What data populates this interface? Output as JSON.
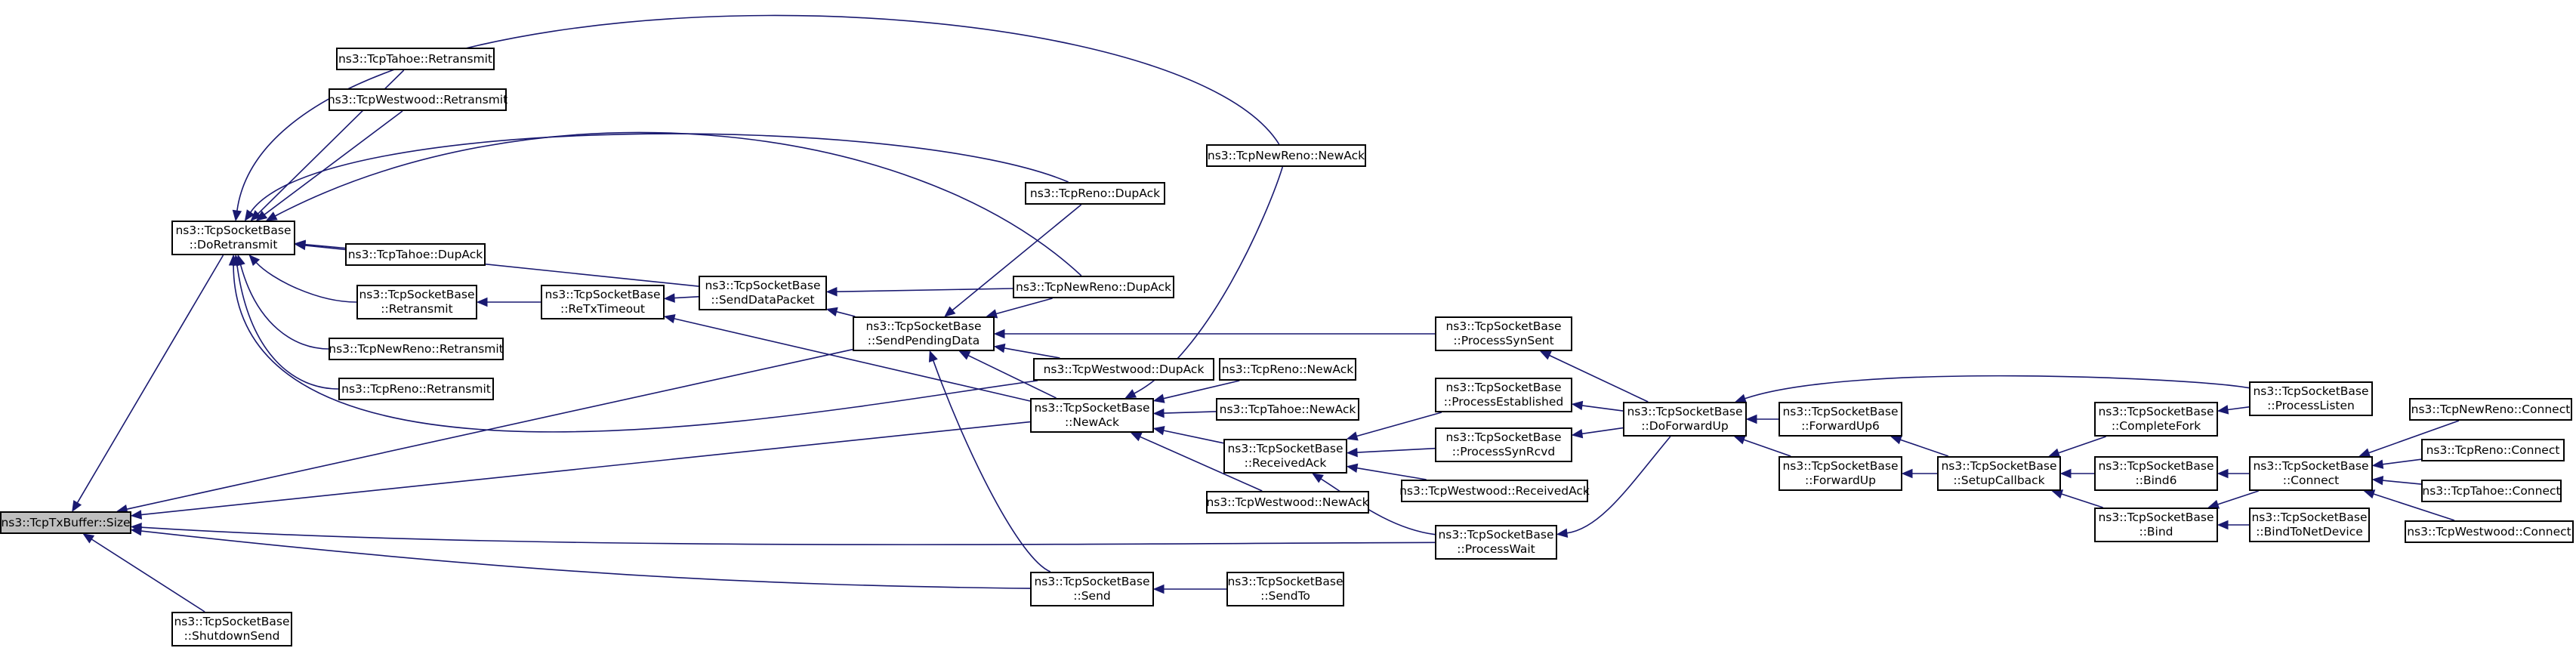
{
  "diagram": {
    "edge_color": "#191970",
    "root_fill": "#bfbfbf",
    "node_fill": "#ffffff",
    "nodes": [
      {
        "id": "size",
        "lines": [
          "ns3::TcpTxBuffer::Size"
        ],
        "root": true
      },
      {
        "id": "doretransmit",
        "lines": [
          "ns3::TcpSocketBase",
          "::DoRetransmit"
        ]
      },
      {
        "id": "shutdownsend",
        "lines": [
          "ns3::TcpSocketBase",
          "::ShutdownSend"
        ]
      },
      {
        "id": "tahoe_retx",
        "lines": [
          "ns3::TcpTahoe::Retransmit"
        ]
      },
      {
        "id": "westwood_retx",
        "lines": [
          "ns3::TcpWestwood::Retransmit"
        ]
      },
      {
        "id": "tahoe_dupack",
        "lines": [
          "ns3::TcpTahoe::DupAck"
        ]
      },
      {
        "id": "retransmit",
        "lines": [
          "ns3::TcpSocketBase",
          "::Retransmit"
        ]
      },
      {
        "id": "newreno_retx",
        "lines": [
          "ns3::TcpNewReno::Retransmit"
        ]
      },
      {
        "id": "reno_retx",
        "lines": [
          "ns3::TcpReno::Retransmit"
        ]
      },
      {
        "id": "retxtimeout",
        "lines": [
          "ns3::TcpSocketBase",
          "::ReTxTimeout"
        ]
      },
      {
        "id": "senddatapacket",
        "lines": [
          "ns3::TcpSocketBase",
          "::SendDataPacket"
        ]
      },
      {
        "id": "sendpendingdata",
        "lines": [
          "ns3::TcpSocketBase",
          "::SendPendingData"
        ]
      },
      {
        "id": "newreno_newack",
        "lines": [
          "ns3::TcpNewReno::NewAck"
        ]
      },
      {
        "id": "reno_dupack",
        "lines": [
          "ns3::TcpReno::DupAck"
        ]
      },
      {
        "id": "newreno_dupack",
        "lines": [
          "ns3::TcpNewReno::DupAck"
        ]
      },
      {
        "id": "westwood_dupack",
        "lines": [
          "ns3::TcpWestwood::DupAck"
        ]
      },
      {
        "id": "newack",
        "lines": [
          "ns3::TcpSocketBase",
          "::NewAck"
        ]
      },
      {
        "id": "send",
        "lines": [
          "ns3::TcpSocketBase",
          "::Send"
        ]
      },
      {
        "id": "reno_newack",
        "lines": [
          "ns3::TcpReno::NewAck"
        ]
      },
      {
        "id": "tahoe_newack",
        "lines": [
          "ns3::TcpTahoe::NewAck"
        ]
      },
      {
        "id": "receivedack",
        "lines": [
          "ns3::TcpSocketBase",
          "::ReceivedAck"
        ]
      },
      {
        "id": "westwood_newack",
        "lines": [
          "ns3::TcpWestwood::NewAck"
        ]
      },
      {
        "id": "sendto",
        "lines": [
          "ns3::TcpSocketBase",
          "::SendTo"
        ]
      },
      {
        "id": "processsynsent",
        "lines": [
          "ns3::TcpSocketBase",
          "::ProcessSynSent"
        ]
      },
      {
        "id": "processestablished",
        "lines": [
          "ns3::TcpSocketBase",
          "::ProcessEstablished"
        ]
      },
      {
        "id": "processsynrcvd",
        "lines": [
          "ns3::TcpSocketBase",
          "::ProcessSynRcvd"
        ]
      },
      {
        "id": "westwood_receivedack",
        "lines": [
          "ns3::TcpWestwood::ReceivedAck"
        ]
      },
      {
        "id": "processwait",
        "lines": [
          "ns3::TcpSocketBase",
          "::ProcessWait"
        ]
      },
      {
        "id": "doforwardup",
        "lines": [
          "ns3::TcpSocketBase",
          "::DoForwardUp"
        ]
      },
      {
        "id": "forwardup6",
        "lines": [
          "ns3::TcpSocketBase",
          "::ForwardUp6"
        ]
      },
      {
        "id": "forwardup",
        "lines": [
          "ns3::TcpSocketBase",
          "::ForwardUp"
        ]
      },
      {
        "id": "setupcallback",
        "lines": [
          "ns3::TcpSocketBase",
          "::SetupCallback"
        ]
      },
      {
        "id": "completefork",
        "lines": [
          "ns3::TcpSocketBase",
          "::CompleteFork"
        ]
      },
      {
        "id": "bind6",
        "lines": [
          "ns3::TcpSocketBase",
          "::Bind6"
        ]
      },
      {
        "id": "bind",
        "lines": [
          "ns3::TcpSocketBase",
          "::Bind"
        ]
      },
      {
        "id": "processlisten",
        "lines": [
          "ns3::TcpSocketBase",
          "::ProcessListen"
        ]
      },
      {
        "id": "connect",
        "lines": [
          "ns3::TcpSocketBase",
          "::Connect"
        ]
      },
      {
        "id": "bindtonetdevice",
        "lines": [
          "ns3::TcpSocketBase",
          "::BindToNetDevice"
        ]
      },
      {
        "id": "newreno_connect",
        "lines": [
          "ns3::TcpNewReno::Connect"
        ]
      },
      {
        "id": "reno_connect",
        "lines": [
          "ns3::TcpReno::Connect"
        ]
      },
      {
        "id": "tahoe_connect",
        "lines": [
          "ns3::TcpTahoe::Connect"
        ]
      },
      {
        "id": "westwood_connect",
        "lines": [
          "ns3::TcpWestwood::Connect"
        ]
      }
    ],
    "edges": [
      [
        "size",
        "doretransmit"
      ],
      [
        "size",
        "shutdownsend"
      ],
      [
        "size",
        "sendpendingdata"
      ],
      [
        "size",
        "newack"
      ],
      [
        "size",
        "processwait"
      ],
      [
        "size",
        "send"
      ],
      [
        "doretransmit",
        "tahoe_retx"
      ],
      [
        "doretransmit",
        "westwood_retx"
      ],
      [
        "doretransmit",
        "newreno_newack"
      ],
      [
        "doretransmit",
        "reno_dupack"
      ],
      [
        "doretransmit",
        "newreno_dupack"
      ],
      [
        "doretransmit",
        "senddatapacket"
      ],
      [
        "doretransmit",
        "tahoe_dupack"
      ],
      [
        "doretransmit",
        "retransmit"
      ],
      [
        "doretransmit",
        "newreno_retx"
      ],
      [
        "doretransmit",
        "reno_retx"
      ],
      [
        "doretransmit",
        "westwood_dupack"
      ],
      [
        "retransmit",
        "retxtimeout"
      ],
      [
        "retxtimeout",
        "senddatapacket"
      ],
      [
        "retxtimeout",
        "newack"
      ],
      [
        "senddatapacket",
        "sendpendingdata"
      ],
      [
        "senddatapacket",
        "newreno_dupack"
      ],
      [
        "sendpendingdata",
        "reno_dupack"
      ],
      [
        "sendpendingdata",
        "newreno_dupack"
      ],
      [
        "sendpendingdata",
        "processsynsent"
      ],
      [
        "sendpendingdata",
        "westwood_dupack"
      ],
      [
        "sendpendingdata",
        "newack"
      ],
      [
        "sendpendingdata",
        "send"
      ],
      [
        "newack",
        "newreno_newack"
      ],
      [
        "newack",
        "reno_newack"
      ],
      [
        "newack",
        "tahoe_newack"
      ],
      [
        "newack",
        "receivedack"
      ],
      [
        "newack",
        "westwood_newack"
      ],
      [
        "send",
        "sendto"
      ],
      [
        "receivedack",
        "processestablished"
      ],
      [
        "receivedack",
        "processsynrcvd"
      ],
      [
        "receivedack",
        "westwood_receivedack"
      ],
      [
        "receivedack",
        "processwait"
      ],
      [
        "processsynsent",
        "doforwardup"
      ],
      [
        "processestablished",
        "doforwardup"
      ],
      [
        "processsynrcvd",
        "doforwardup"
      ],
      [
        "processwait",
        "doforwardup"
      ],
      [
        "doforwardup",
        "processlisten"
      ],
      [
        "doforwardup",
        "forwardup6"
      ],
      [
        "doforwardup",
        "forwardup"
      ],
      [
        "forwardup6",
        "setupcallback"
      ],
      [
        "forwardup",
        "setupcallback"
      ],
      [
        "setupcallback",
        "completefork"
      ],
      [
        "setupcallback",
        "bind6"
      ],
      [
        "setupcallback",
        "bind"
      ],
      [
        "completefork",
        "processlisten"
      ],
      [
        "bind6",
        "connect"
      ],
      [
        "bind",
        "connect"
      ],
      [
        "bind",
        "bindtonetdevice"
      ],
      [
        "connect",
        "newreno_connect"
      ],
      [
        "connect",
        "reno_connect"
      ],
      [
        "connect",
        "tahoe_connect"
      ],
      [
        "connect",
        "westwood_connect"
      ]
    ]
  }
}
